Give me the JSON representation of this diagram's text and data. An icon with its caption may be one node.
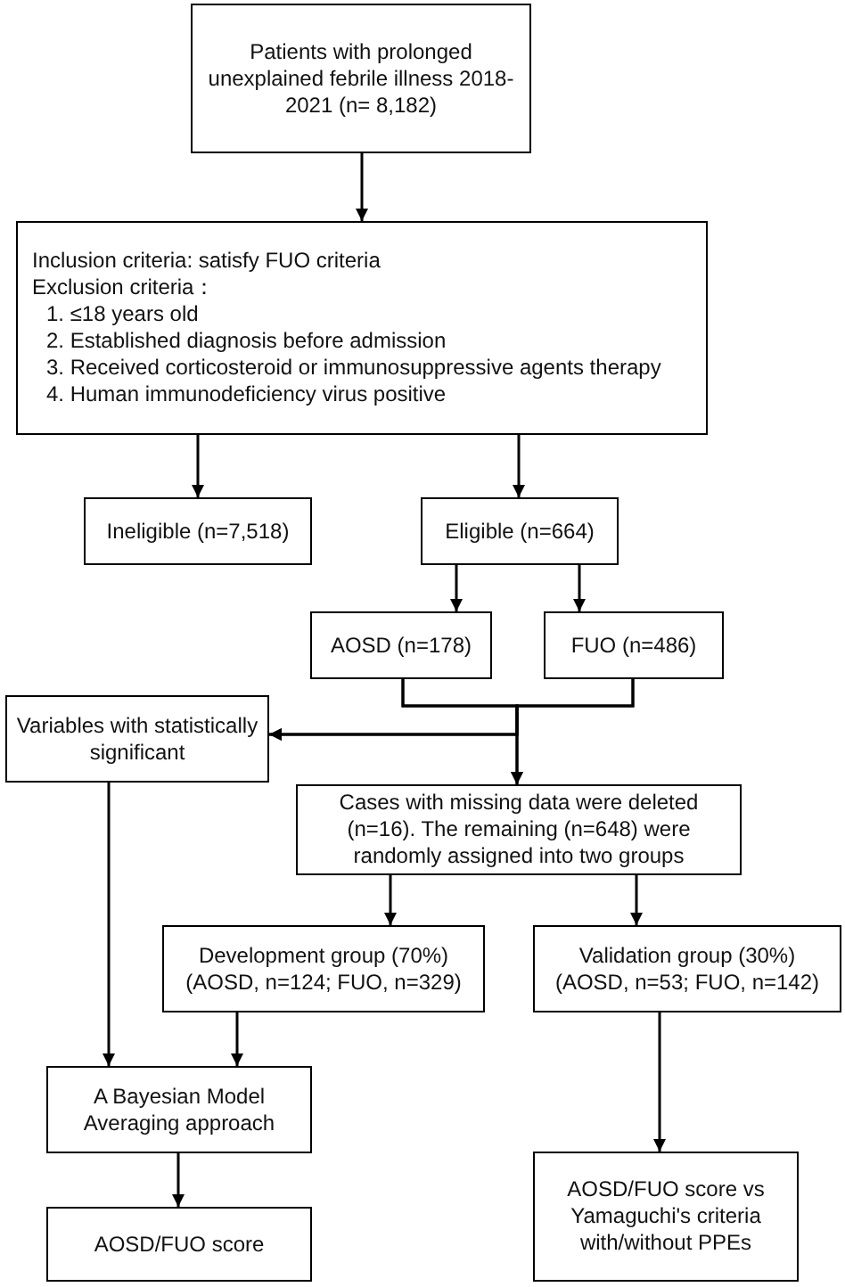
{
  "diagram": {
    "nodes": [
      {
        "text": [
          "Patients with prolonged unexplained febrile illness 2018-2021 (n= 8,182)"
        ]
      },
      {
        "text": [
          "Inclusion criteria: satisfy FUO criteria",
          "Exclusion criteria：",
          "1. ≤18 years old",
          "2. Established diagnosis before admission",
          "3. Received corticosteroid or immunosuppressive agents therapy",
          "4. Human immunodeficiency virus positive"
        ]
      },
      {
        "text": [
          "Ineligible (n=7,518)"
        ]
      },
      {
        "text": [
          "Eligible (n=664)"
        ]
      },
      {
        "text": [
          "AOSD (n=178)"
        ]
      },
      {
        "text": [
          "FUO (n=486)"
        ]
      },
      {
        "text": [
          "Variables with statistically significant"
        ]
      },
      {
        "text": [
          "Cases with missing data were deleted (n=16). The remaining (n=648) were randomly assigned into two groups"
        ]
      },
      {
        "text": [
          "Development group (70%) (AOSD, n=124; FUO, n=329)"
        ]
      },
      {
        "text": [
          "Validation group (30%) (AOSD, n=53; FUO, n=142)"
        ]
      },
      {
        "text": [
          "A Bayesian Model Averaging approach"
        ]
      },
      {
        "text": [
          "AOSD/FUO score"
        ]
      },
      {
        "text": [
          "AOSD/FUO score vs Yamaguchi's criteria with/without PPEs"
        ]
      }
    ],
    "edges": [
      {
        "from": 0,
        "to": 1,
        "arrow": "to"
      },
      {
        "from": 1,
        "to": 2,
        "arrow": "to"
      },
      {
        "from": 1,
        "to": 3,
        "arrow": "to"
      },
      {
        "from": 3,
        "to": 4,
        "arrow": "to"
      },
      {
        "from": 3,
        "to": 5,
        "arrow": "to"
      },
      {
        "from": 4,
        "to": 6,
        "arrow": "to"
      },
      {
        "from": 5,
        "to": 6,
        "arrow": "to"
      },
      {
        "from": 4,
        "to": 7,
        "arrow": "to"
      },
      {
        "from": 5,
        "to": 7,
        "arrow": "to"
      },
      {
        "from": 7,
        "to": 8,
        "arrow": "to"
      },
      {
        "from": 7,
        "to": 9,
        "arrow": "to"
      },
      {
        "from": 6,
        "to": 10,
        "arrow": "to"
      },
      {
        "from": 8,
        "to": 10,
        "arrow": "to"
      },
      {
        "from": 10,
        "to": 11,
        "arrow": "to"
      },
      {
        "from": 9,
        "to": 12,
        "arrow": "to"
      }
    ]
  }
}
